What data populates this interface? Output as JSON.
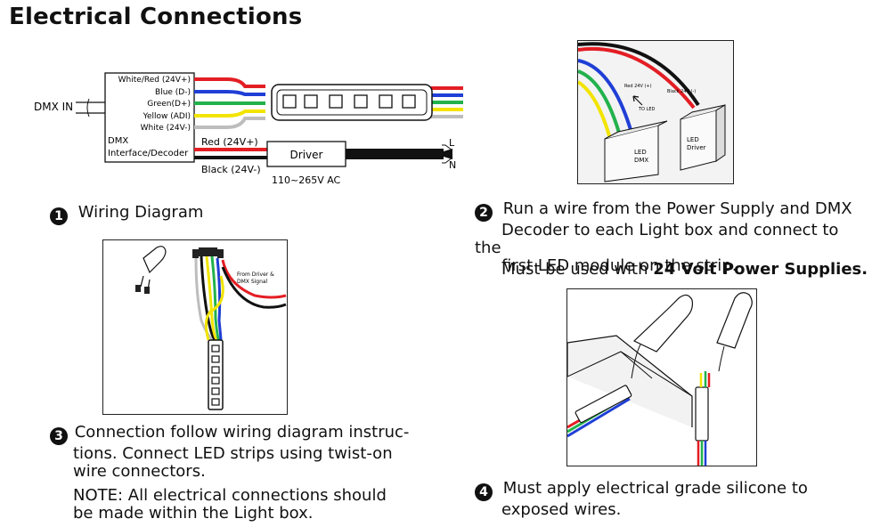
{
  "title": "Electrical Connections",
  "wiring": {
    "dmx_in": "DMX IN",
    "wires": [
      "White/Red (24V+)",
      "Blue (D-)",
      "Green(D+)",
      "Yellow (ADI)",
      "White (24V-)"
    ],
    "decoder_label_1": "DMX",
    "decoder_label_2": "Interface/Decoder",
    "red_label": "Red (24V+)",
    "black_label": "Black (24V-)",
    "driver": "Driver",
    "ac": "110~265V AC",
    "l": "L",
    "n": "N"
  },
  "photo1": {
    "red_wire": "Red 24V (+)",
    "black_wire": "Black 24V (-)",
    "to_led": "TO LED",
    "box1_l1": "LED",
    "box1_l2": "DMX",
    "box2_l1": "LED",
    "box2_l2": "Driver"
  },
  "photo2": {
    "label_l1": "From Driver &",
    "label_l2": "DMX Signal"
  },
  "steps": [
    {
      "num": "1",
      "text": "Wiring Diagram"
    },
    {
      "num": "2",
      "line1": "Run a wire from the Power Supply and DMX",
      "line2": "Decoder to each Light box and connect to the",
      "line3": "first LED module on the strip.",
      "note_prefix": "Must be used with ",
      "note_bold": "24 Volt Power Supplies."
    },
    {
      "num": "3",
      "line1": "Connection follow wiring diagram instruc-",
      "line2": "tions. Connect LED strips using twist-on",
      "line3": "wire connectors.",
      "note1": "NOTE: All electrical connections should",
      "note2": "be made within the Light box."
    },
    {
      "num": "4",
      "line1": "Must apply electrical grade silicone to",
      "line2": "exposed wires."
    }
  ],
  "colors": {
    "red": "#e31e24",
    "blue": "#1f3fd6",
    "green": "#22b24c",
    "yellow": "#f2e400",
    "gray": "#bdbdbd"
  }
}
